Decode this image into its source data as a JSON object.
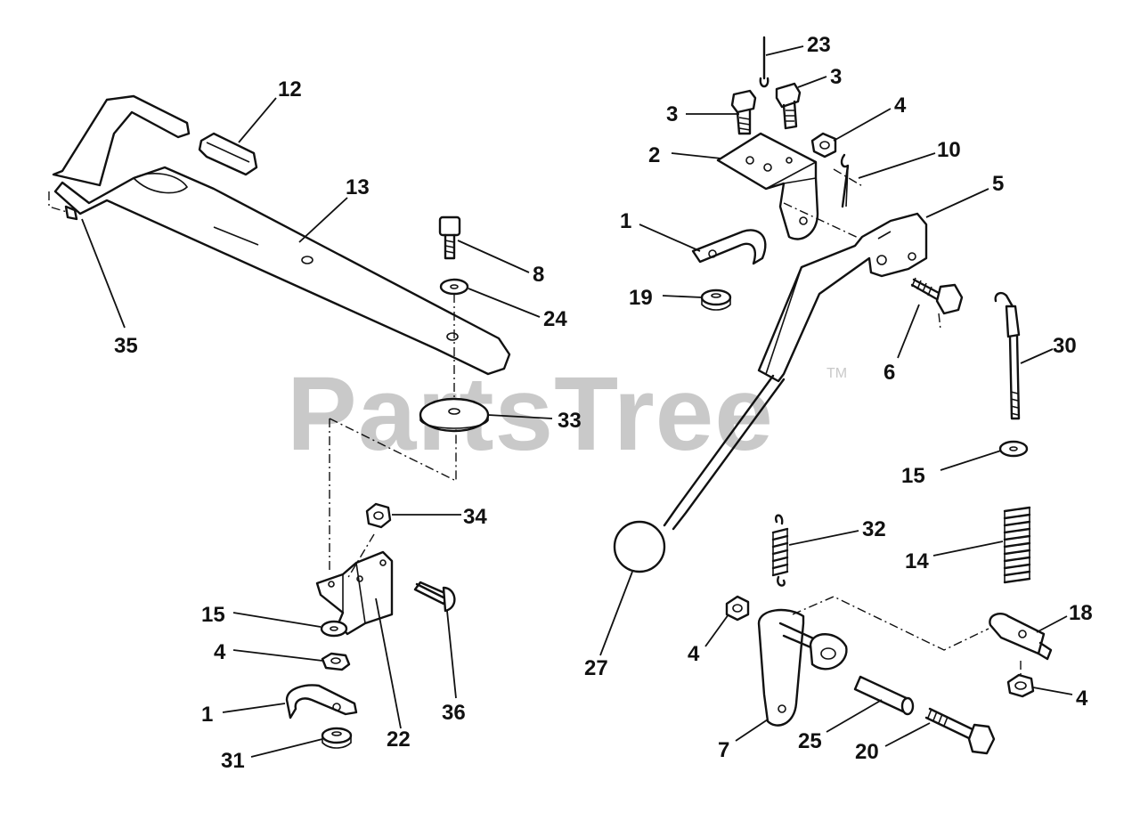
{
  "watermark": {
    "text": "PartsTree",
    "mark": "TM"
  },
  "callouts": [
    {
      "id": "c12",
      "label": "12"
    },
    {
      "id": "c13",
      "label": "13"
    },
    {
      "id": "c35",
      "label": "35"
    },
    {
      "id": "c8",
      "label": "8"
    },
    {
      "id": "c24",
      "label": "24"
    },
    {
      "id": "c33",
      "label": "33"
    },
    {
      "id": "c34",
      "label": "34"
    },
    {
      "id": "c15a",
      "label": "15"
    },
    {
      "id": "c4a",
      "label": "4"
    },
    {
      "id": "c1a",
      "label": "1"
    },
    {
      "id": "c31",
      "label": "31"
    },
    {
      "id": "c22",
      "label": "22"
    },
    {
      "id": "c36",
      "label": "36"
    },
    {
      "id": "c23",
      "label": "23"
    },
    {
      "id": "c3a",
      "label": "3"
    },
    {
      "id": "c3b",
      "label": "3"
    },
    {
      "id": "c4b",
      "label": "4"
    },
    {
      "id": "c2",
      "label": "2"
    },
    {
      "id": "c10",
      "label": "10"
    },
    {
      "id": "c5",
      "label": "5"
    },
    {
      "id": "c1b",
      "label": "1"
    },
    {
      "id": "c19",
      "label": "19"
    },
    {
      "id": "c6",
      "label": "6"
    },
    {
      "id": "c30",
      "label": "30"
    },
    {
      "id": "c15b",
      "label": "15"
    },
    {
      "id": "c32",
      "label": "32"
    },
    {
      "id": "c14",
      "label": "14"
    },
    {
      "id": "c27",
      "label": "27"
    },
    {
      "id": "c4c",
      "label": "4"
    },
    {
      "id": "c18",
      "label": "18"
    },
    {
      "id": "c4d",
      "label": "4"
    },
    {
      "id": "c7",
      "label": "7"
    },
    {
      "id": "c25",
      "label": "25"
    },
    {
      "id": "c20",
      "label": "20"
    }
  ]
}
